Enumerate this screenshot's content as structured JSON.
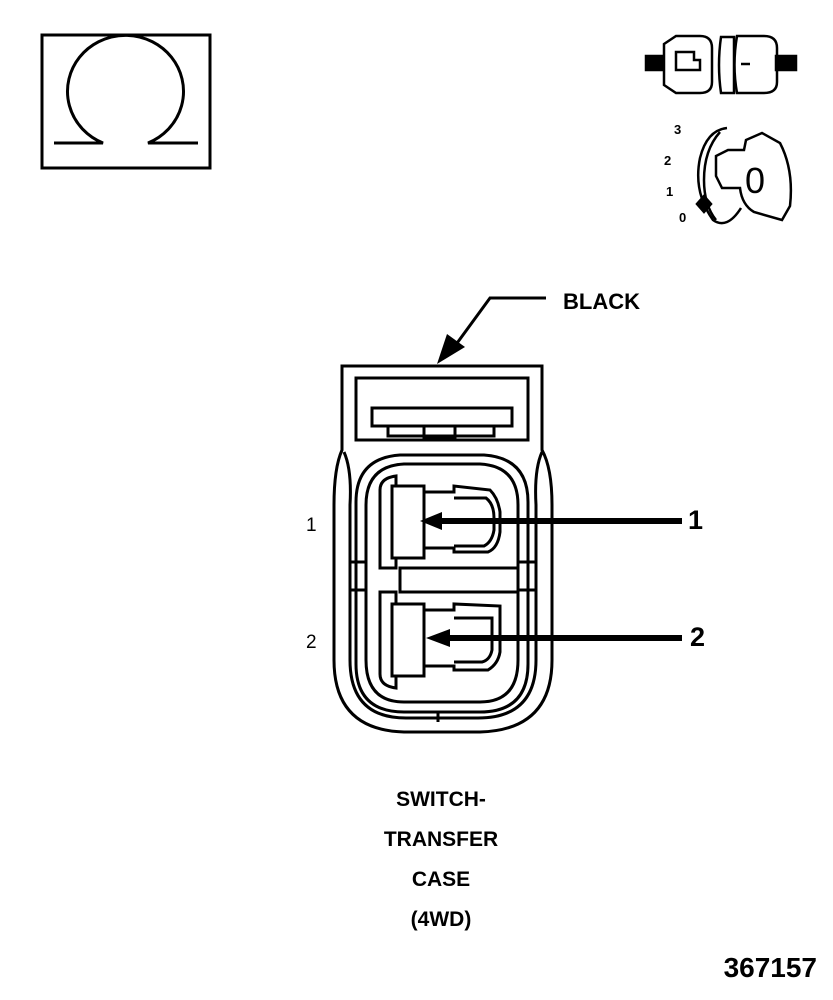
{
  "icons": {
    "meter": "ohm-symbol-icon",
    "connector": "disconnected-connector-icon",
    "ignition": "ignition-key-off-icon"
  },
  "ignition_scale": [
    "3",
    "2",
    "1",
    "0"
  ],
  "ignition_key_label": "0",
  "callout_color": "BLACK",
  "pins": {
    "left": [
      "1",
      "2"
    ],
    "right": [
      "1",
      "2"
    ]
  },
  "caption": [
    "SWITCH-",
    "TRANSFER",
    "CASE",
    "(4WD)"
  ],
  "figure_id": "367157"
}
